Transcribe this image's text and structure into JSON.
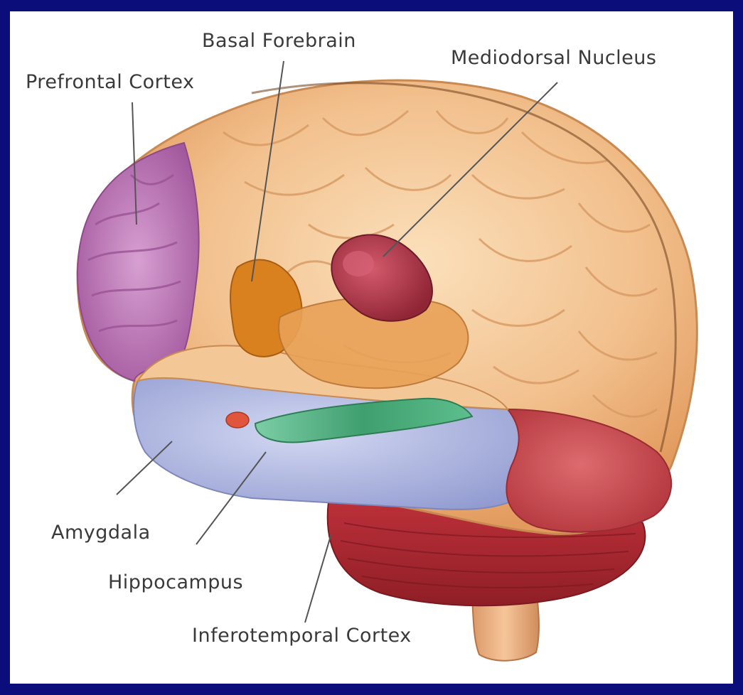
{
  "labels": {
    "basal_forebrain": "Basal Forebrain",
    "mediodorsal_nucleus": "Mediodorsal Nucleus",
    "prefrontal_cortex": "Prefrontal Cortex",
    "amygdala": "Amygdala",
    "hippocampus": "Hippocampus",
    "inferotemporal_cortex": "Inferotemporal Cortex"
  },
  "colors": {
    "frame": "#0a0d7a",
    "cortex": "#f1c08c",
    "prefrontal": "#c079b9",
    "basal_forebrain": "#d9801f",
    "mediodorsal": "#b43a4a",
    "hippocampus": "#4fae7e",
    "temporal": "#a9b2e0",
    "inferotemporal": "#c8484e",
    "cerebellum": "#b52a33",
    "brainstem": "#eeb584",
    "leader_line": "#555555"
  }
}
